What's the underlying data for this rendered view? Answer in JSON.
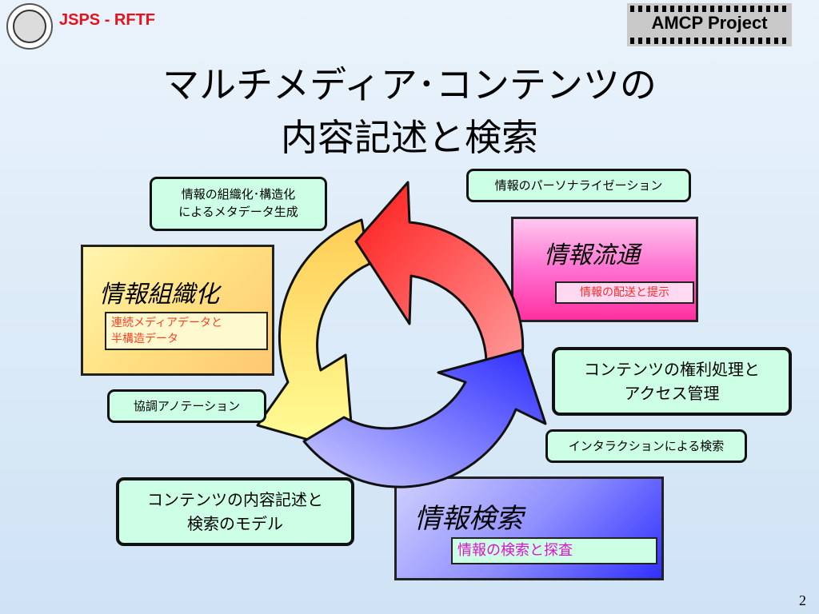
{
  "header": {
    "org_label": "JSPS - RFTF",
    "project_badge": "AMCP Project"
  },
  "title": {
    "line1": "マルチメディア･コンテンツの",
    "line2": "内容記述と検索"
  },
  "cycle_labels": {
    "metadata": [
      "情報の組織化･構造化",
      "によるメタデータ生成"
    ],
    "personalization": "情報のパーソナライゼーション",
    "rights": [
      "コンテンツの権利処理と",
      "アクセス管理"
    ],
    "interaction": "インタラクションによる検索",
    "annotation": "協調アノテーション",
    "model": [
      "コンテンツの内容記述と",
      "検索のモデル"
    ]
  },
  "areas": {
    "organization": {
      "title": "情報組織化",
      "sub": [
        "連続メディアデータと",
        "半構造データ"
      ]
    },
    "distribution": {
      "title": "情報流通",
      "sub": "情報の配送と提示"
    },
    "retrieval": {
      "title": "情報検索",
      "sub": "情報の検索と探査"
    }
  },
  "colors": {
    "org_red": "#e8101a",
    "tag_fill": "#ccffe6",
    "arrow_red": "#ff2a2a",
    "arrow_blue": "#3333ff",
    "arrow_yellow": "#ffe066",
    "distribution_sub_text": "#ff2a2a",
    "retrieval_sub_text": "#e010d0"
  },
  "page_number": "2"
}
